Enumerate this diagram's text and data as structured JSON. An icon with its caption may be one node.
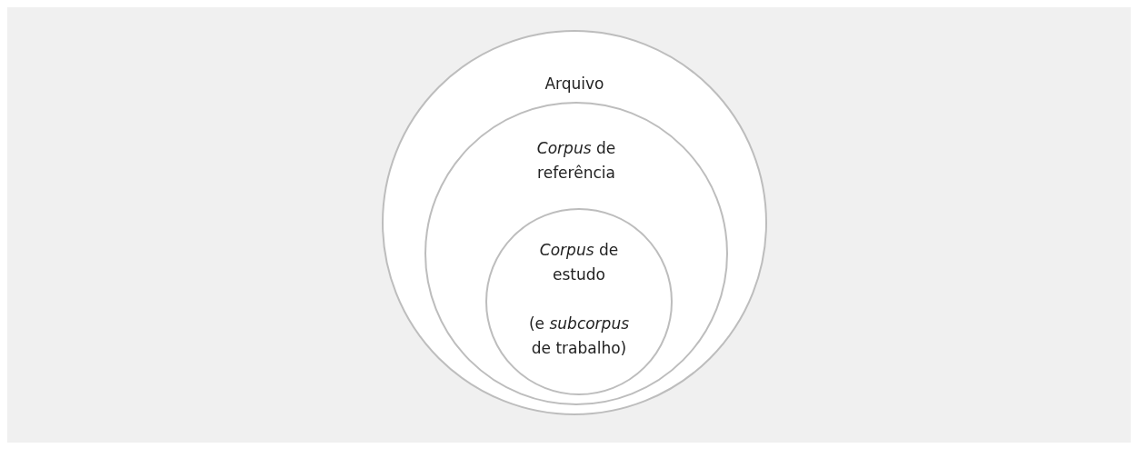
{
  "diagram": {
    "nodes": [
      {
        "text": [
          "Arquivo"
        ]
      },
      {
        "text": [
          "*Corpus* de referência"
        ],
        "in": 0
      },
      {
        "text": [
          "*Corpus* de estudo",
          "(e *subcorpus* de trabalho)"
        ],
        "in": 1
      }
    ]
  }
}
